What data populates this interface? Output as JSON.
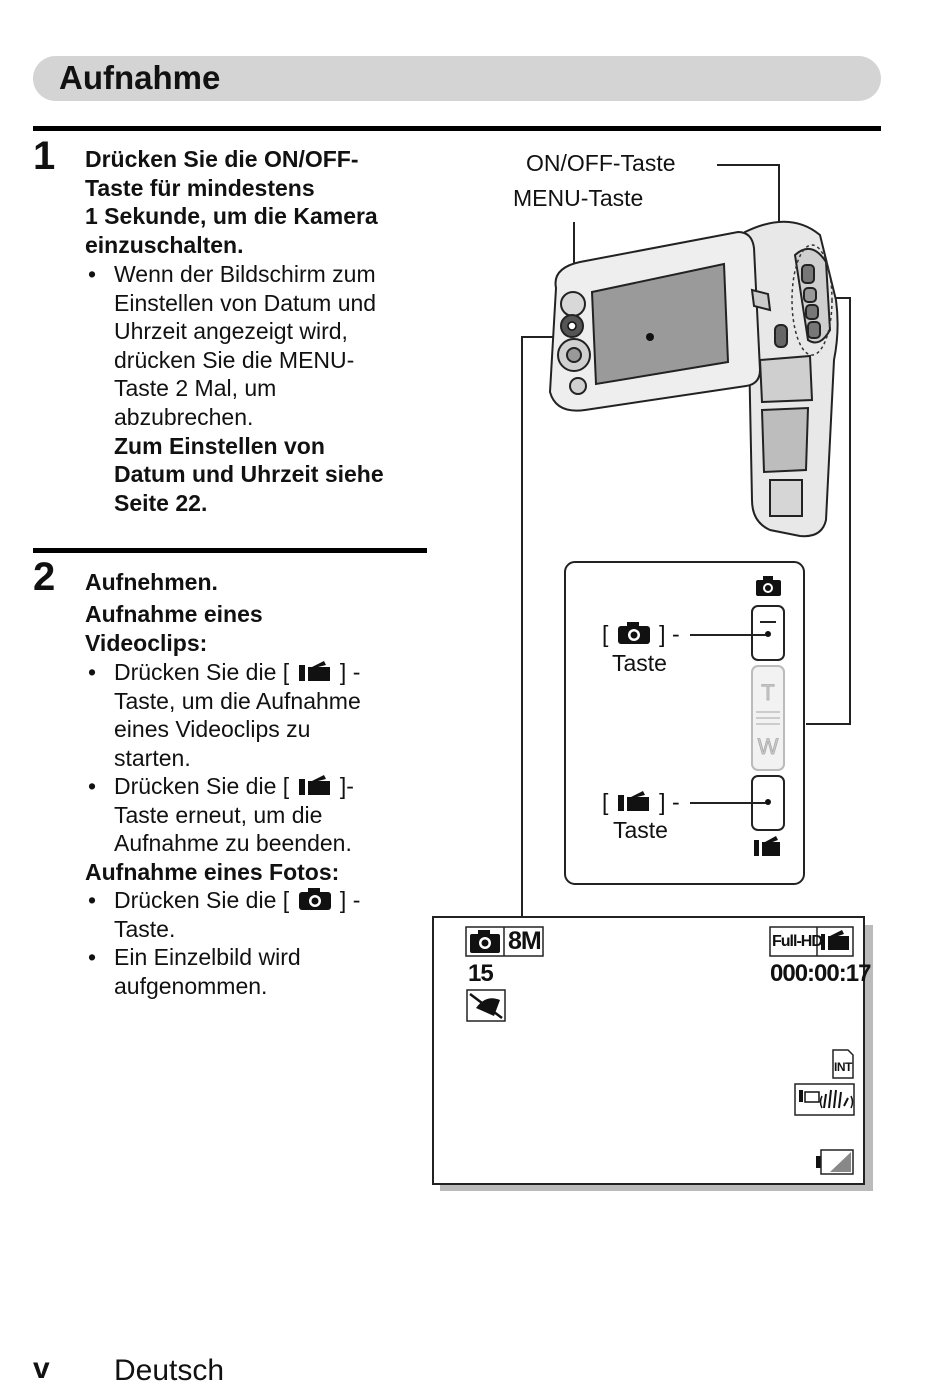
{
  "title": "Aufnahme",
  "step1": {
    "number": "1",
    "heading_lines": [
      "Drücken Sie die ON/OFF-",
      "Taste für mindestens",
      "1 Sekunde, um die Kamera",
      "einzuschalten."
    ],
    "bullet_lines": [
      "Wenn der Bildschirm zum",
      "Einstellen von Datum und",
      "Uhrzeit angezeigt wird,",
      "drücken Sie die MENU-",
      "Taste 2 Mal, um",
      "abzubrechen."
    ],
    "bold_lines": [
      "Zum Einstellen von",
      "Datum und Uhrzeit siehe",
      "Seite 22."
    ]
  },
  "step2": {
    "number": "2",
    "heading": "Aufnehmen.",
    "video_heading_lines": [
      "Aufnahme eines",
      "Videoclips:"
    ],
    "video_bullet1": {
      "pre": "Drücken Sie die [",
      "post": "] -",
      "rest": [
        "Taste, um die Aufnahme",
        "eines Videoclips zu",
        "starten."
      ]
    },
    "video_bullet2": {
      "pre": "Drücken Sie die [",
      "post": "]-",
      "rest": [
        "Taste erneut, um die",
        "Aufnahme zu beenden."
      ]
    },
    "photo_heading": "Aufnahme eines Fotos:",
    "photo_bullet1": {
      "pre": "Drücken Sie die [",
      "post": "] -",
      "rest": [
        "Taste."
      ]
    },
    "photo_bullet2": [
      "Ein Einzelbild wird",
      "aufgenommen."
    ]
  },
  "callouts": {
    "on_off": "ON/OFF-Taste",
    "menu": "MENU-Taste",
    "photo_btn_open": "[",
    "photo_btn_close": "] -",
    "photo_btn_label": "Taste",
    "video_btn_open": "[",
    "video_btn_close": "] -",
    "video_btn_label": "Taste"
  },
  "zoom": {
    "tele": "T",
    "wide": "W"
  },
  "screen": {
    "resolution": "8M",
    "shots_remaining": "15",
    "video_mode": "Full-HD",
    "timecode": "000:00:17",
    "memory": "INT"
  },
  "footer": {
    "page": "v",
    "language": "Deutsch"
  }
}
